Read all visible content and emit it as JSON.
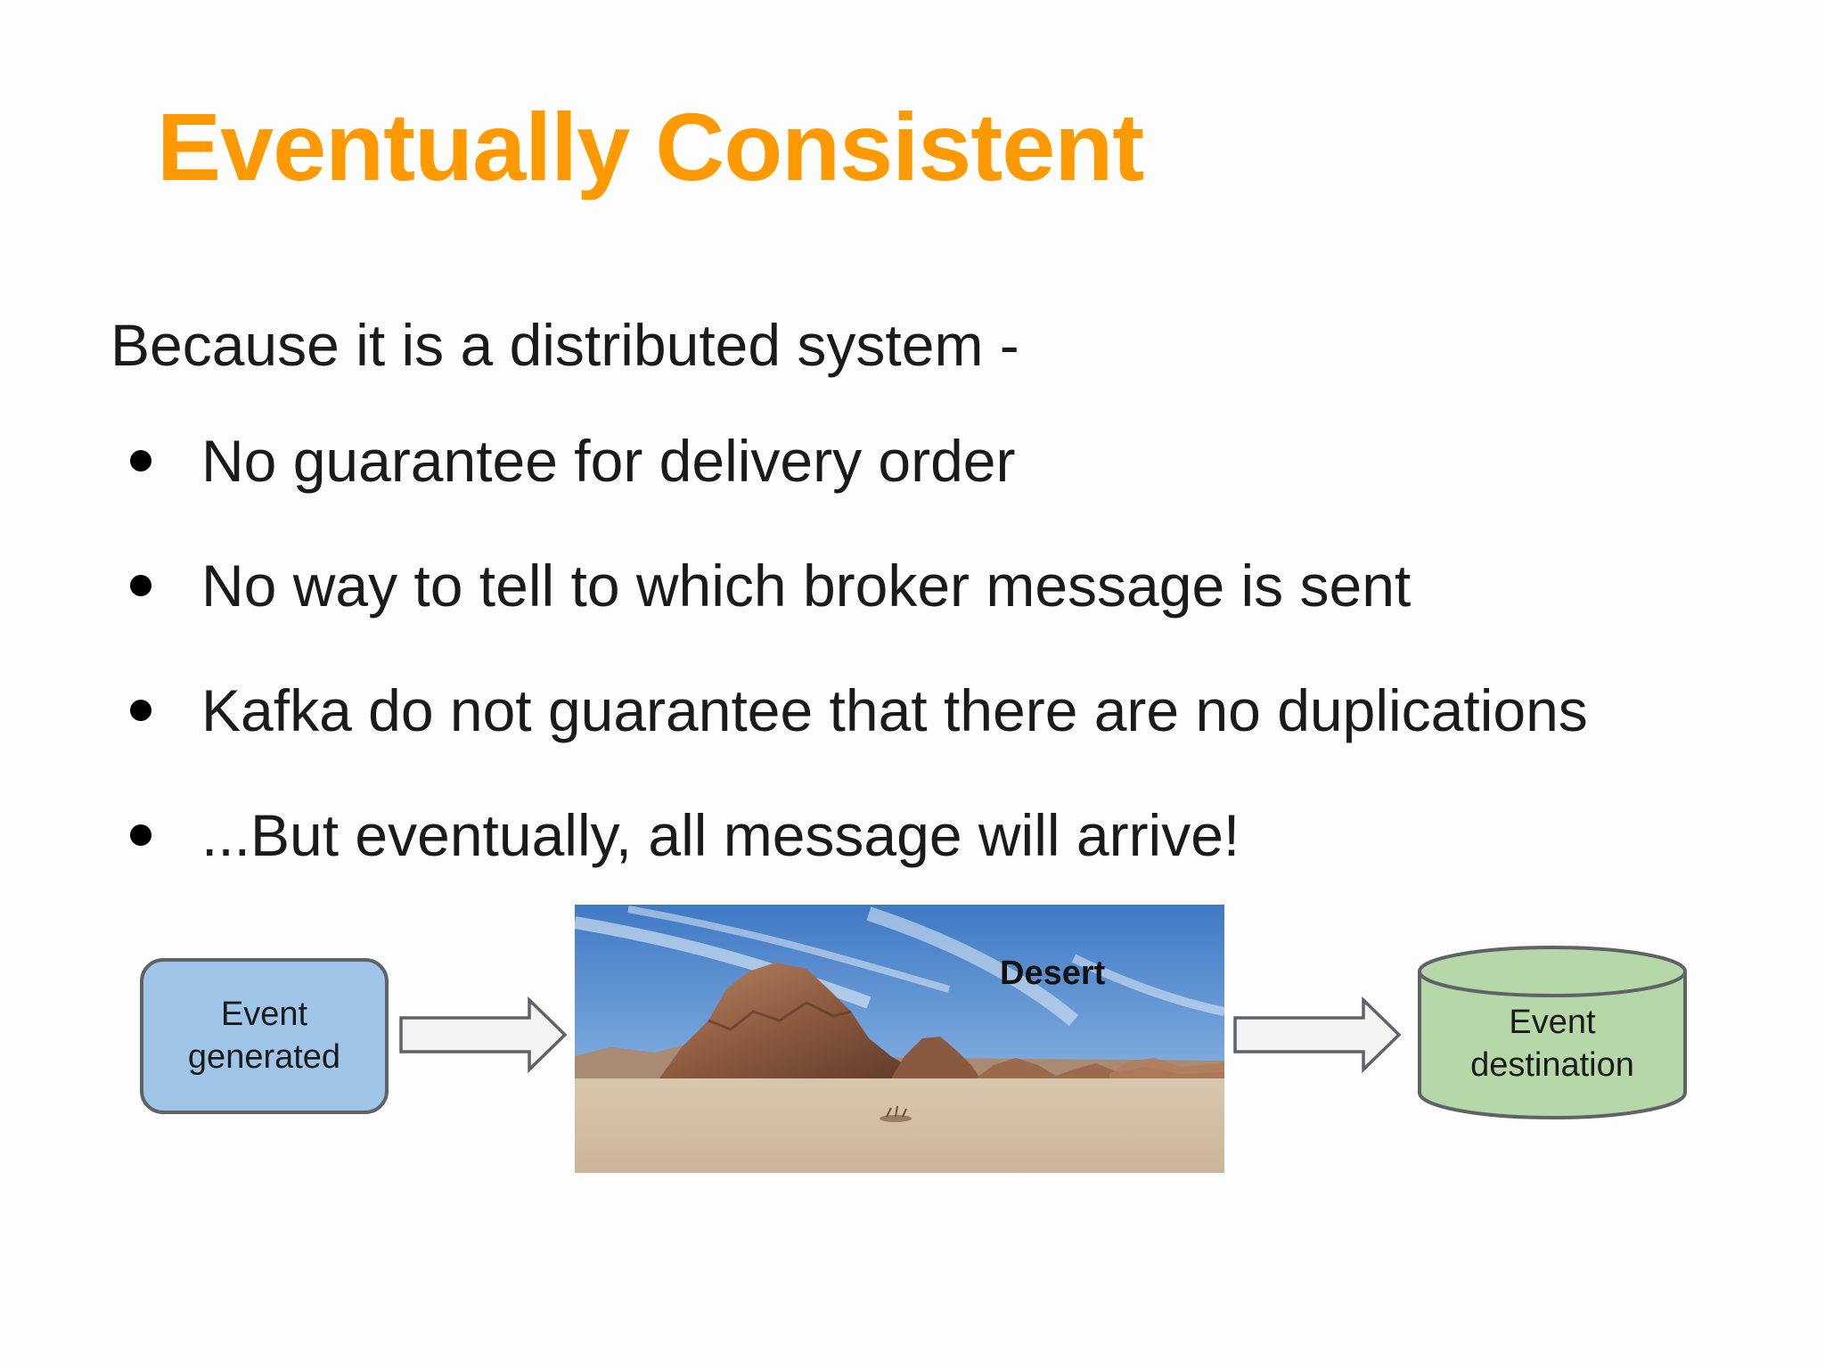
{
  "slide": {
    "title": "Eventually Consistent",
    "intro": "Because it is a distributed system -",
    "bullets": [
      "No guarantee for delivery order",
      "No way to tell to which broker message is sent",
      "Kafka do not guarantee that there are no duplications",
      "...But eventually, all message will arrive!"
    ]
  },
  "diagram": {
    "source_label": [
      "Event",
      "generated"
    ],
    "middle_label": "Desert",
    "target_label": [
      "Event",
      "destination"
    ],
    "colors": {
      "title": "#ff9900",
      "source_fill": "#9fc5e8",
      "target_fill": "#b6d7a8",
      "stroke": "#5f6368",
      "arrow_fill": "#f3f3f3"
    },
    "icons": [
      "arrow-right-icon",
      "database-cylinder-icon",
      "desert-photo"
    ]
  }
}
